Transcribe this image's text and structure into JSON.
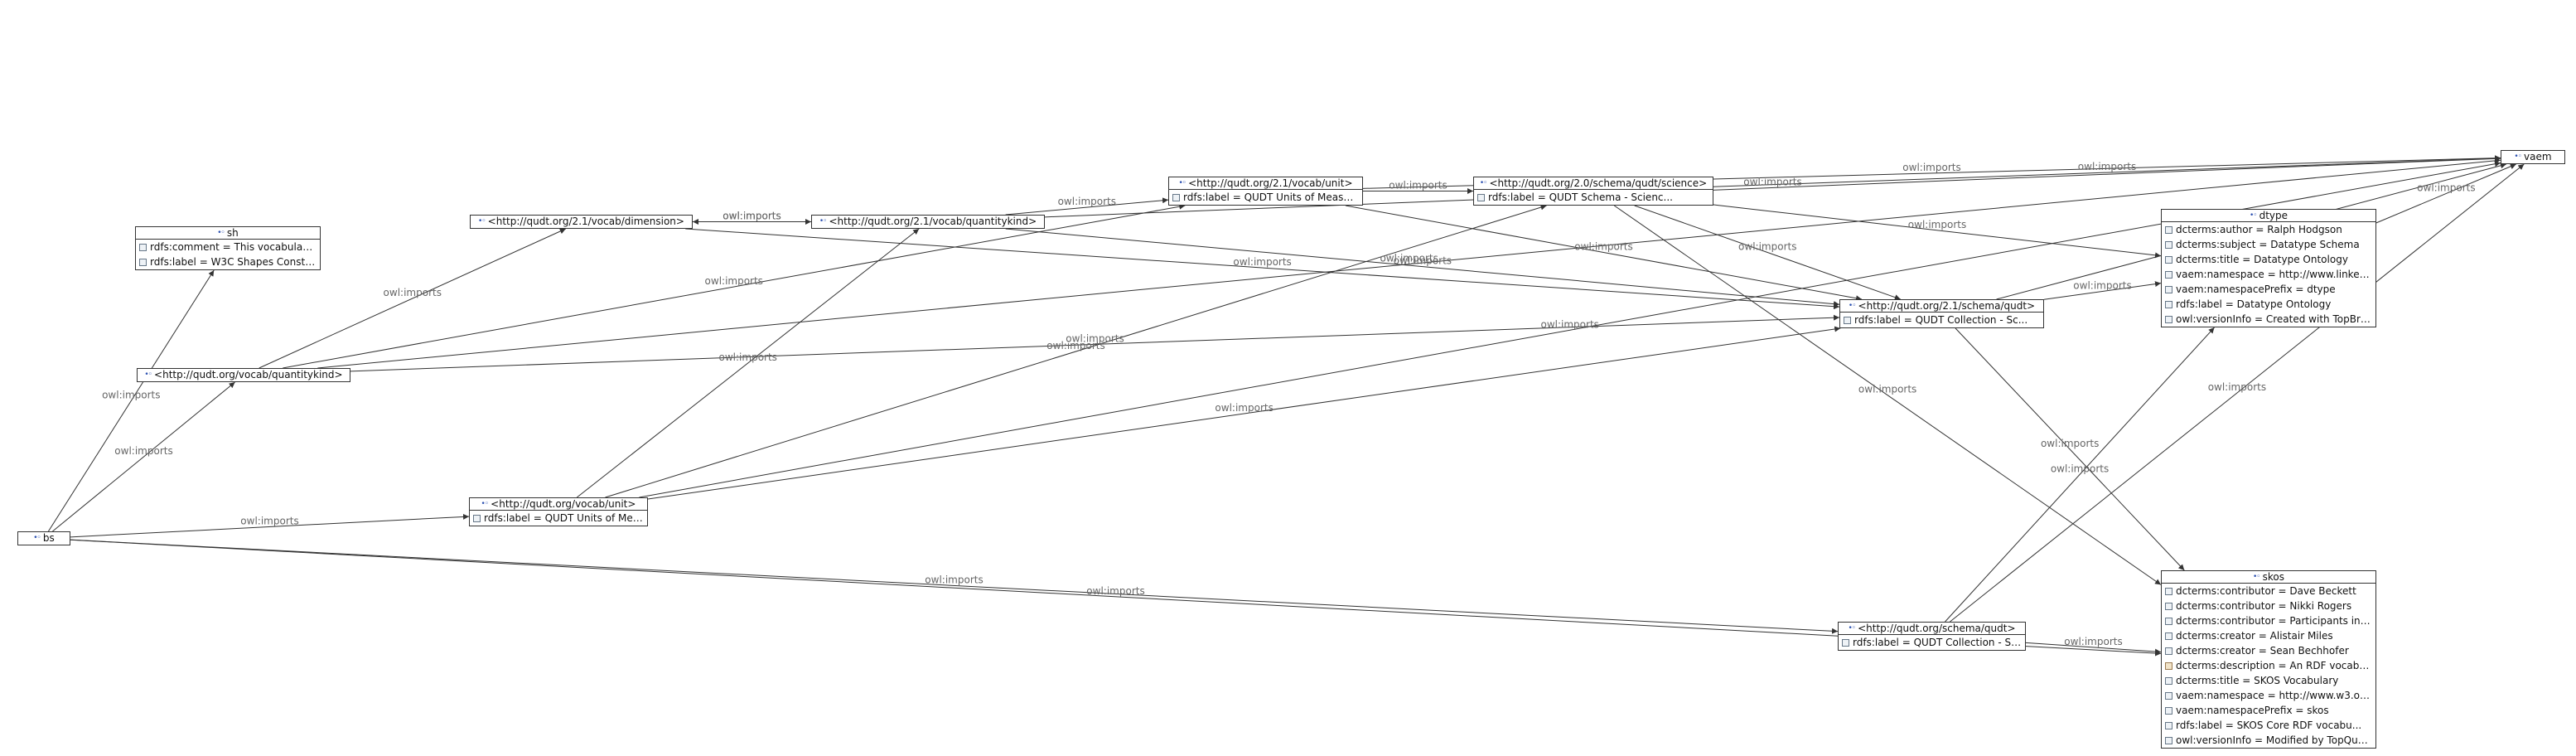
{
  "colors": {
    "edge": "#333333",
    "label": "#666666",
    "node_icon": "#2a4fb0"
  },
  "icons": {
    "node": "resource-node-icon",
    "property": "property-table-icon"
  },
  "edge_label": "owl:imports",
  "nodes": {
    "vaem": {
      "title": "vaem",
      "rows": []
    },
    "sh": {
      "title": "sh",
      "rows": [
        "rdfs:comment =     This vocabulary d...",
        "rdfs:label = W3C Shapes Constrain..."
      ]
    },
    "dimension": {
      "title": "<http://qudt.org/2.1/vocab/dimension>",
      "rows": []
    },
    "quantitykind21": {
      "title": "<http://qudt.org/2.1/vocab/quantitykind>",
      "rows": []
    },
    "unit21": {
      "title": "<http://qudt.org/2.1/vocab/unit>",
      "rows": [
        "rdfs:label = QUDT Units of Measur..."
      ]
    },
    "science": {
      "title": "<http://qudt.org/2.0/schema/qudt/science>",
      "rows": [
        "rdfs:label = QUDT Schema - Scienc..."
      ]
    },
    "dtype": {
      "title": "dtype",
      "rows": [
        "dcterms:author = Ralph Hodgson",
        "dcterms:subject = Datatype Schema",
        "dcterms:title = Datatype Ontology",
        "vaem:namespace = http://www.linkedmod...",
        "vaem:namespacePrefix = dtype",
        "rdfs:label = Datatype Ontology",
        "owl:versionInfo = Created with TopBrai..."
      ]
    },
    "schemaqudt21": {
      "title": "<http://qudt.org/2.1/schema/qudt>",
      "rows": [
        "rdfs:label = QUDT Collection - Sc..."
      ]
    },
    "quantitykind": {
      "title": "<http://qudt.org/vocab/quantitykind>",
      "rows": []
    },
    "unit": {
      "title": "<http://qudt.org/vocab/unit>",
      "rows": [
        "rdfs:label = QUDT Units of Measur..."
      ]
    },
    "bs": {
      "title": "bs",
      "rows": []
    },
    "schemaqudt": {
      "title": "<http://qudt.org/schema/qudt>",
      "rows": [
        "rdfs:label = QUDT Collection - Sc..."
      ]
    },
    "skos": {
      "title": "skos",
      "rows": [
        "dcterms:contributor = Dave Beckett",
        "dcterms:contributor = Nikki Rogers",
        "dcterms:contributor = Participants in W3C'...",
        "dcterms:creator = Alistair Miles",
        "dcterms:creator = Sean Bechhofer",
        "dcterms:description = An RDF vocabulary fo...",
        "dcterms:title = SKOS Vocabulary",
        "vaem:namespace = http://www.w3.org/20...",
        "vaem:namespacePrefix = skos",
        "rdfs:label = SKOS Core RDF vocabu...",
        "owl:versionInfo = Modified by TopQuadr..."
      ]
    }
  },
  "edges": [
    {
      "from": "bs",
      "to": "sh",
      "label": "owl:imports"
    },
    {
      "from": "bs",
      "to": "quantitykind",
      "label": "owl:imports"
    },
    {
      "from": "bs",
      "to": "unit",
      "label": "owl:imports"
    },
    {
      "from": "bs",
      "to": "schemaqudt",
      "label": "owl:imports"
    },
    {
      "from": "bs",
      "to": "skos",
      "label": "owl:imports"
    },
    {
      "from": "quantitykind",
      "to": "dimension",
      "label": "owl:imports"
    },
    {
      "from": "quantitykind",
      "to": "vaem",
      "label": "owl:imports"
    },
    {
      "from": "quantitykind",
      "to": "schemaqudt21",
      "label": "owl:imports"
    },
    {
      "from": "quantitykind",
      "to": "unit21",
      "label": "owl:imports"
    },
    {
      "from": "dimension",
      "to": "quantitykind21",
      "label": "owl:imports"
    },
    {
      "from": "quantitykind21",
      "to": "dimension",
      "label": "owl:imports"
    },
    {
      "from": "dimension",
      "to": "schemaqudt21",
      "label": "owl:imports"
    },
    {
      "from": "quantitykind21",
      "to": "unit21",
      "label": "owl:imports"
    },
    {
      "from": "quantitykind21",
      "to": "vaem",
      "label": "owl:imports"
    },
    {
      "from": "quantitykind21",
      "to": "schemaqudt21",
      "label": "owl:imports"
    },
    {
      "from": "unit21",
      "to": "science",
      "label": "owl:imports"
    },
    {
      "from": "unit21",
      "to": "vaem",
      "label": "owl:imports"
    },
    {
      "from": "unit21",
      "to": "schemaqudt21",
      "label": "owl:imports"
    },
    {
      "from": "science",
      "to": "vaem",
      "label": "owl:imports"
    },
    {
      "from": "science",
      "to": "dtype",
      "label": "owl:imports"
    },
    {
      "from": "science",
      "to": "schemaqudt21",
      "label": "owl:imports"
    },
    {
      "from": "science",
      "to": "skos",
      "label": "owl:imports"
    },
    {
      "from": "unit",
      "to": "quantitykind21",
      "label": "owl:imports"
    },
    {
      "from": "unit",
      "to": "science",
      "label": "owl:imports"
    },
    {
      "from": "unit",
      "to": "schemaqudt21",
      "label": "owl:imports"
    },
    {
      "from": "unit",
      "to": "vaem",
      "label": "owl:imports"
    },
    {
      "from": "schemaqudt21",
      "to": "dtype",
      "label": "owl:imports"
    },
    {
      "from": "schemaqudt21",
      "to": "vaem",
      "label": "owl:imports"
    },
    {
      "from": "schemaqudt21",
      "to": "skos",
      "label": "owl:imports"
    },
    {
      "from": "dtype",
      "to": "vaem",
      "label": "owl:imports"
    },
    {
      "from": "schemaqudt",
      "to": "dtype",
      "label": "owl:imports"
    },
    {
      "from": "schemaqudt",
      "to": "vaem",
      "label": "owl:imports"
    },
    {
      "from": "schemaqudt",
      "to": "skos",
      "label": "owl:imports"
    }
  ]
}
